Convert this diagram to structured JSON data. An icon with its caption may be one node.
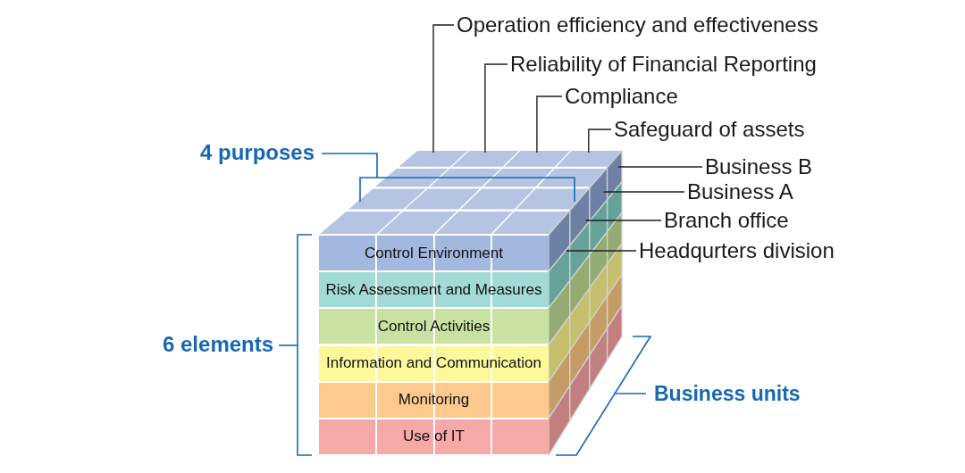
{
  "diagram": {
    "nodes": [
      {
        "text": [
          "Operation efficiency and effectiveness"
        ]
      },
      {
        "text": [
          "Reliability of Financial Reporting"
        ]
      },
      {
        "text": [
          "Compliance"
        ]
      },
      {
        "text": [
          "Safeguard of assets"
        ]
      },
      {
        "text": [
          "Business B"
        ]
      },
      {
        "text": [
          "Business A"
        ]
      },
      {
        "text": [
          "Branch office"
        ]
      },
      {
        "text": [
          "Headqurters division"
        ]
      },
      {
        "text": [
          "Control Environment"
        ]
      },
      {
        "text": [
          "Risk Assessment and Measures"
        ]
      },
      {
        "text": [
          "Control Activities"
        ]
      },
      {
        "text": [
          "Information and Communication"
        ]
      },
      {
        "text": [
          "Monitoring"
        ]
      },
      {
        "text": [
          "Use of IT"
        ]
      },
      {
        "text": [],
        "shape": "box"
      },
      {
        "text": [],
        "shape": "box"
      },
      {
        "text": [],
        "shape": "box"
      },
      {
        "text": [],
        "shape": "box"
      },
      {
        "text": [],
        "shape": "box"
      },
      {
        "text": [],
        "shape": "box"
      },
      {
        "text": [],
        "shape": "box"
      },
      {
        "text": [],
        "shape": "box"
      }
    ],
    "edges": [
      {
        "from": 0,
        "to": 14,
        "arrow": "none"
      },
      {
        "from": 1,
        "to": 15,
        "arrow": "none"
      },
      {
        "from": 2,
        "to": 16,
        "arrow": "none"
      },
      {
        "from": 3,
        "to": 17,
        "arrow": "none"
      },
      {
        "from": 4,
        "to": 21,
        "arrow": "none"
      },
      {
        "from": 5,
        "to": 20,
        "arrow": "none"
      },
      {
        "from": 6,
        "to": 19,
        "arrow": "none"
      },
      {
        "from": 7,
        "to": 18,
        "arrow": "none"
      }
    ],
    "labels": [
      "4 purposes",
      "6 elements",
      "Business units"
    ]
  }
}
